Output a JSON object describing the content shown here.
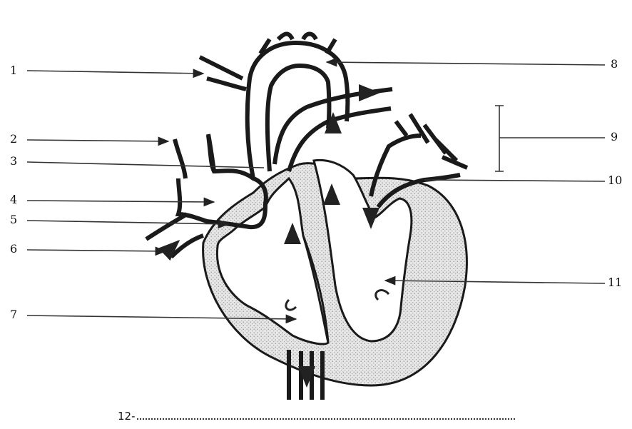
{
  "diagram": {
    "labels": [
      {
        "id": "1",
        "text": "1"
      },
      {
        "id": "2",
        "text": "2"
      },
      {
        "id": "3",
        "text": "3"
      },
      {
        "id": "4",
        "text": "4"
      },
      {
        "id": "5",
        "text": "5"
      },
      {
        "id": "6",
        "text": "6"
      },
      {
        "id": "7",
        "text": "7"
      },
      {
        "id": "8",
        "text": "8"
      },
      {
        "id": "9",
        "text": "9"
      },
      {
        "id": "10",
        "text": "10"
      },
      {
        "id": "11",
        "text": "11"
      }
    ],
    "answer_prompt": "12-",
    "colors": {
      "ink": "#1a1a1a",
      "muscle": "#d9d9d9",
      "paper": "#ffffff"
    }
  }
}
